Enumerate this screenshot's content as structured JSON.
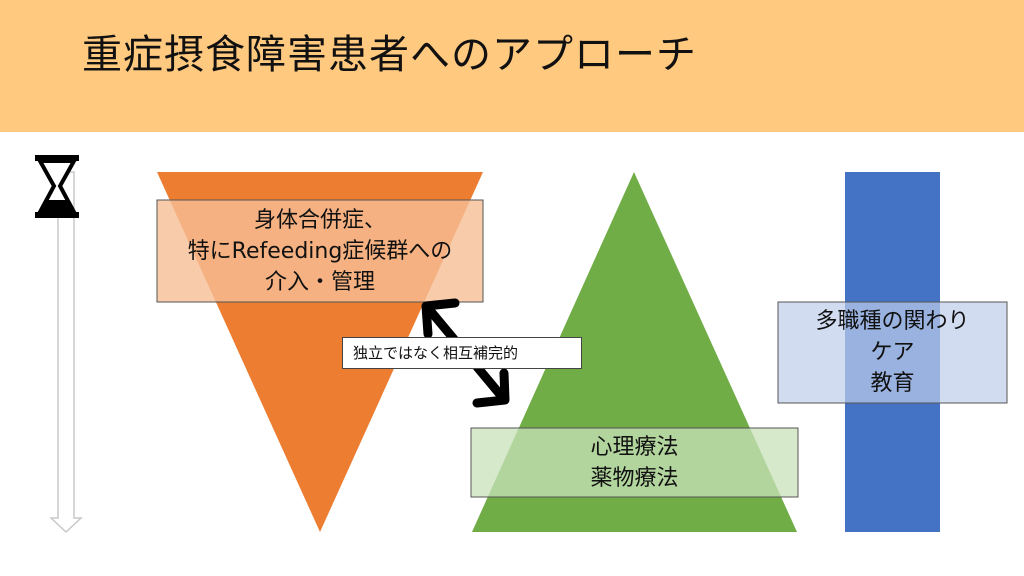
{
  "title": "重症摂食障害患者へのアプローチ",
  "boxes": {
    "physical": [
      "身体合併症、",
      "特にRefeeding症候群への",
      "介入・管理"
    ],
    "therapy": [
      "心理療法",
      "薬物療法"
    ],
    "team": [
      "多職種の関わり",
      "ケア",
      "教育"
    ]
  },
  "relation_note": "独立ではなく相互補完的",
  "colors": {
    "header": "#ffc97f",
    "orange": "#ed7d31",
    "green": "#70ad47",
    "blue": "#4472c4"
  }
}
